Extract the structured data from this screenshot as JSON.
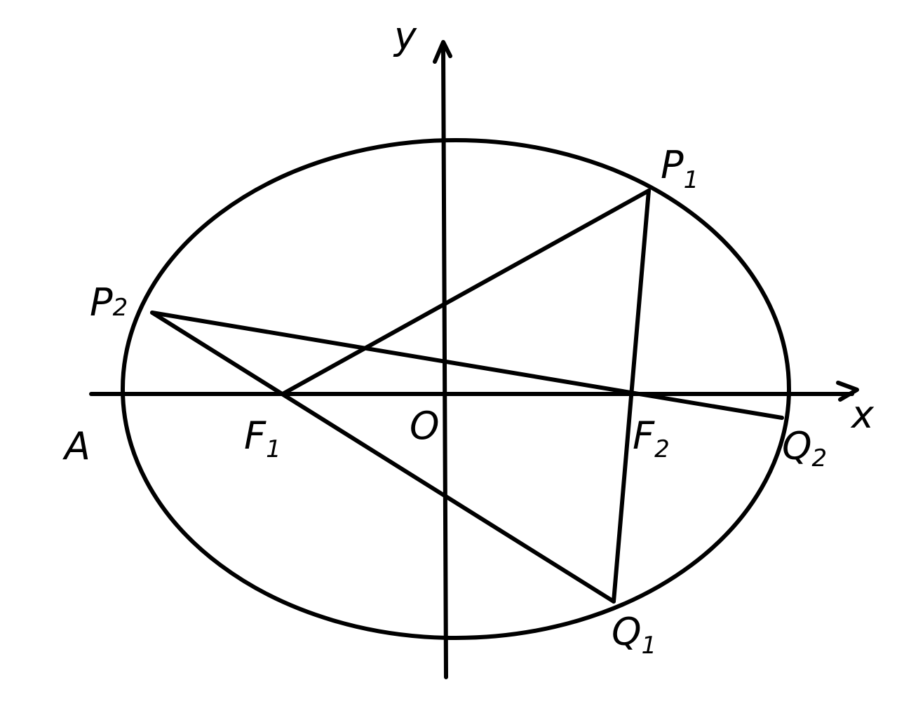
{
  "colors": {
    "ink": "#000000",
    "background": "#ffffff"
  },
  "axes": {
    "x_label": "x",
    "y_label": "y",
    "origin_label": "O"
  },
  "points": {
    "A": {
      "main": "A",
      "sub": ""
    },
    "F1": {
      "main": "F",
      "sub": "1"
    },
    "F2": {
      "main": "F",
      "sub": "2"
    },
    "P1": {
      "main": "P",
      "sub": "1"
    },
    "P2": {
      "main": "P",
      "sub": "2"
    },
    "Q1": {
      "main": "Q",
      "sub": "1"
    },
    "Q2": {
      "main": "Q",
      "sub": "2"
    }
  },
  "segments": [
    {
      "name": "segment-f1-p1",
      "from": "F1",
      "to": "P1"
    },
    {
      "name": "segment-p1-q1",
      "from": "P1",
      "to": "Q1"
    },
    {
      "name": "segment-p2-q1",
      "from": "P2",
      "to": "Q1"
    },
    {
      "name": "segment-p2-q2",
      "from": "P2",
      "to": "Q2"
    }
  ]
}
